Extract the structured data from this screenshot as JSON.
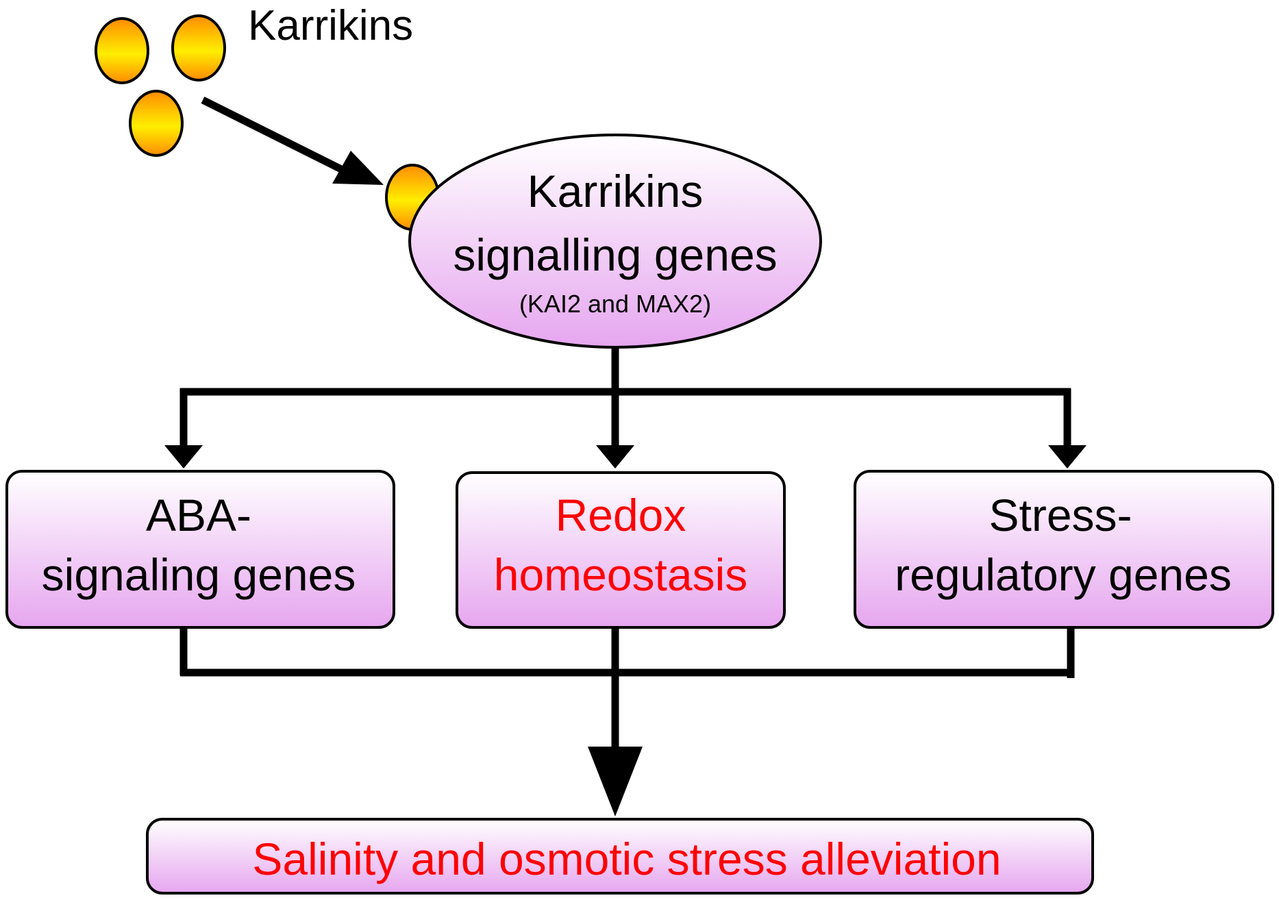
{
  "karrikins_label": "Karrikins",
  "receptor": {
    "line1": "Karrikins",
    "line2": "signalling genes",
    "line3": "(KAI2 and MAX2)"
  },
  "boxes": {
    "aba": {
      "line1": "ABA-",
      "line2": "signaling genes"
    },
    "redox": {
      "line1": "Redox",
      "line2": "homeostasis"
    },
    "stress": {
      "line1": "Stress-",
      "line2": "regulatory genes"
    }
  },
  "outcome": "Salinity and osmotic stress alleviation",
  "colors": {
    "ball_top": "#ff8c00",
    "ball_bottom": "#ffff00",
    "box_top": "#ffffff",
    "box_bottom": "#e8a8f0",
    "emphasis_text": "#ff0000",
    "arrow": "#000000"
  }
}
